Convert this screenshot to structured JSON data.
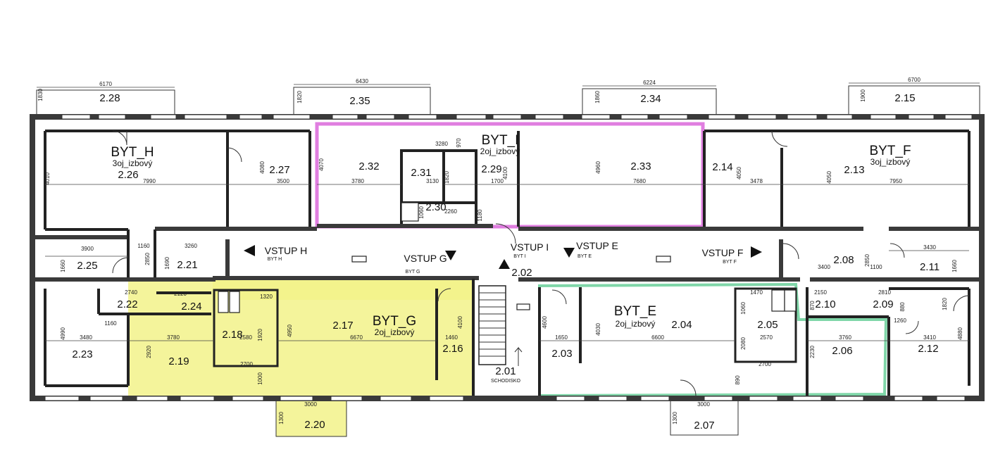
{
  "apartments": {
    "byt_h": {
      "name": "BYT_H",
      "type": "3oj_izbový"
    },
    "byt_i": {
      "name": "BYT_I",
      "type": "2oj_izbový"
    },
    "byt_f": {
      "name": "BYT_F",
      "type": "3oj_izbový"
    },
    "byt_g": {
      "name": "BYT_G",
      "type": "2oj_izbový"
    },
    "byt_e": {
      "name": "BYT_E",
      "type": "2oj_izbový"
    }
  },
  "rooms": {
    "r228": "2.28",
    "r235": "2.35",
    "r234": "2.34",
    "r215": "2.15",
    "r226": "2.26",
    "r227": "2.27",
    "r232": "2.32",
    "r231": "2.31",
    "r229": "2.29",
    "r230": "2.30",
    "r233": "2.33",
    "r214": "2.14",
    "r213": "2.13",
    "r225": "2.25",
    "r221": "2.21",
    "r202": "2.02",
    "r208": "2.08",
    "r211": "2.11",
    "r222": "2.22",
    "r224": "2.24",
    "r218": "2.18",
    "r217": "2.17",
    "r216": "2.16",
    "r223": "2.23",
    "r219": "2.19",
    "r201": "2.01",
    "r203": "2.03",
    "r204": "2.04",
    "r205": "2.05",
    "r210": "2.10",
    "r209": "2.09",
    "r206": "2.06",
    "r212": "2.12",
    "r220": "2.20",
    "r207": "2.07"
  },
  "entrances": {
    "h": {
      "label": "VSTUP H",
      "sub": "BYT H"
    },
    "g": {
      "label": "VSTUP G",
      "sub": "BYT G"
    },
    "i": {
      "label": "VSTUP I",
      "sub": "BYT I"
    },
    "e": {
      "label": "VSTUP E",
      "sub": "BYT E"
    },
    "f": {
      "label": "VSTUP F",
      "sub": "BYT F"
    }
  },
  "stair_label": "SCHODISKO",
  "dimensions": {
    "d6170": "6170",
    "d1830": "1830",
    "d6430": "6430",
    "d1820": "1820",
    "d6224": "6224",
    "d1860": "1860",
    "d6700": "6700",
    "d1900": "1900",
    "d4010": "4010",
    "d7990": "7990",
    "d4080": "4080",
    "d3500": "3500",
    "d4070": "4070",
    "d3780a": "3780",
    "d3280": "3280",
    "d970": "970",
    "d3130": "3130",
    "d1820b": "1820",
    "d1700": "1700",
    "d4100": "4100",
    "d1060": "1060",
    "d2260": "2260",
    "d1180": "1180",
    "d4960": "4960",
    "d7680": "7680",
    "d4050a": "4050",
    "d3478": "3478",
    "d4050b": "4050",
    "d7950": "7950",
    "d3900": "3900",
    "d1160": "1160",
    "d3260": "3260",
    "d1660": "1660",
    "d2850": "2850",
    "d1690": "1690",
    "d2850b": "2850",
    "d3400": "3400",
    "d1100": "1100",
    "d3430": "3430",
    "d1660b": "1660",
    "d2740": "2740",
    "d2120": "2120",
    "d1320": "1320",
    "d4990": "4990",
    "d3480": "3480",
    "d1160b": "1160",
    "d3780b": "3780",
    "d2920": "2920",
    "d2580": "2580",
    "d1920": "1920",
    "d4950": "4950",
    "d6670": "6670",
    "d4100b": "4100",
    "d1460": "1460",
    "d2700": "2700",
    "d1000": "1000",
    "d3000a": "3000",
    "d1300a": "1300",
    "d4600": "4600",
    "d1650": "1650",
    "d4030": "4030",
    "d6600": "6600",
    "d1470": "1470",
    "d1060b": "1060",
    "d2080": "2080",
    "d2570": "2570",
    "d2700b": "2700",
    "d890": "890",
    "d2150": "2150",
    "d870": "870",
    "d2810": "2810",
    "d880": "880",
    "d1820c": "1820",
    "d3760": "3760",
    "d2230": "2230",
    "d1260": "1260",
    "d3410": "3410",
    "d4880": "4880",
    "d3000b": "3000",
    "d1300b": "1300"
  },
  "colors": {
    "byt_i_outline": "#e07ee0",
    "byt_g_fill": "#f2f28a",
    "byt_e_outline": "#7fd6a8",
    "wall": "#3a3a3a"
  }
}
